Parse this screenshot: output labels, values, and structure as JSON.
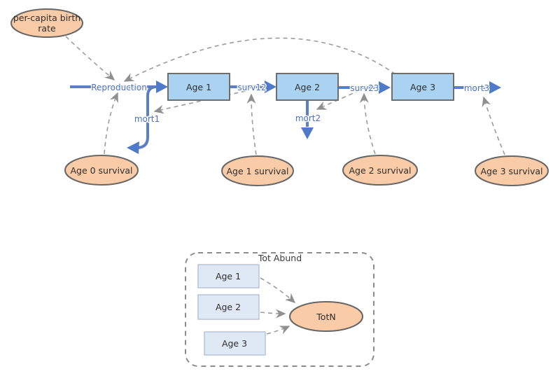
{
  "canvas": {
    "background": "#ffffff"
  },
  "colors": {
    "stock_fill": "#aad3f2",
    "stock_border": "#6e6e6e",
    "variable_fill": "#f9cba6",
    "variable_border": "#666666",
    "flow_blue": "#5b7ec4",
    "flow_arrow_blue": "#4f79c9",
    "flow_label_blue": "#4a6fc4",
    "link_gray": "#9c9c9c",
    "group_border_gray": "#8c8c8c",
    "ghost_stock_fill": "#dfe9f6",
    "ghost_stock_border": "#b6c4d6",
    "label_dark": "#2e2e2e"
  },
  "population_model": {
    "stocks": [
      {
        "label": "Age 1"
      },
      {
        "label": "Age 2"
      },
      {
        "label": "Age 3"
      }
    ],
    "flows": [
      {
        "label": "Reproduction"
      },
      {
        "label": "surv12"
      },
      {
        "label": "surv23"
      },
      {
        "label": "mort3"
      },
      {
        "label": "mort1"
      },
      {
        "label": "mort2"
      }
    ],
    "variables": [
      {
        "label_line1": "per-capita birth",
        "label_line2": "rate"
      },
      {
        "label": "Age 0 survival"
      },
      {
        "label": "Age 1 survival"
      },
      {
        "label": "Age 2 survival"
      },
      {
        "label": "Age 3 survival"
      }
    ]
  },
  "tot_abund_group": {
    "title": "Tot Abund",
    "ghost_stocks": [
      {
        "label": "Age 1"
      },
      {
        "label": "Age 2"
      },
      {
        "label": "Age 3"
      }
    ],
    "variable": {
      "label": "TotN"
    }
  }
}
